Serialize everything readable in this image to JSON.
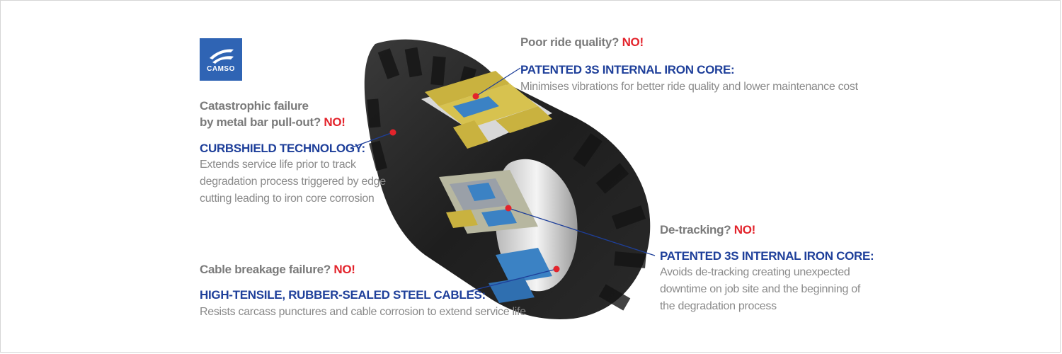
{
  "logo": {
    "text": "CAMSO",
    "color": "#2f64b4"
  },
  "colors": {
    "heading": "#1e3f9a",
    "no": "#e3232b",
    "question": "#7a7a7a",
    "body": "#8a8a8a"
  },
  "features": {
    "ride": {
      "question": "Poor ride quality?",
      "no": "NO!",
      "title": "PATENTED 3S INTERNAL IRON CORE:",
      "desc": "Minimises vibrations for better ride quality and lower maintenance cost"
    },
    "curbshield": {
      "question_line1": "Catastrophic failure",
      "question_line2": "by metal bar pull-out?",
      "no": "NO!",
      "title": "CURBSHIELD TECHNOLOGY:",
      "desc_line1": "Extends service life prior to track",
      "desc_line2": "degradation process triggered by edge",
      "desc_line3": "cutting leading to iron core corrosion"
    },
    "detracking": {
      "question": "De-tracking?",
      "no": "NO!",
      "title": "PATENTED 3S INTERNAL IRON CORE:",
      "desc_line1": "Avoids de-tracking creating unexpected",
      "desc_line2": "downtime on job site and the beginning of",
      "desc_line3": "the degradation process"
    },
    "cables": {
      "question": "Cable breakage failure?",
      "no": "NO!",
      "title": "HIGH-TENSILE, RUBBER-SEALED STEEL CABLES:",
      "desc": "Resists carcass punctures and cable corrosion to extend service life"
    }
  }
}
